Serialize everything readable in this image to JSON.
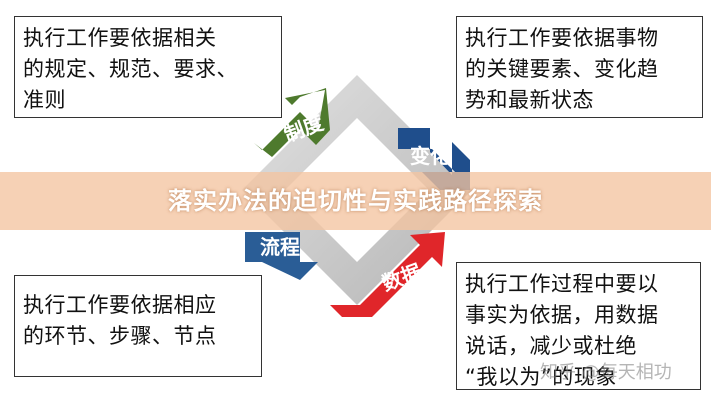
{
  "boxes": {
    "top_left": [
      "执行工作要依据相关",
      "的规定、规范、要求、",
      "准则"
    ],
    "top_right": [
      "执行工作要依据事物",
      "的关键要素、变化趋",
      "势和最新状态"
    ],
    "bottom_left": [
      "执行工作要依据相应",
      "的环节、步骤、节点"
    ],
    "bottom_right": [
      "执行工作过程中要以",
      "事实为依据，用数据",
      "说话，减少或杜绝",
      "“我以为”的现象"
    ]
  },
  "cycle": {
    "labels": {
      "system": "制度",
      "change": "变化",
      "data": "数据",
      "process": "流程"
    },
    "colors": {
      "system": "#4e7a2d",
      "change": "#1f4e8c",
      "data": "#e0262a",
      "process": "#2a5d96",
      "ring": "#c9c9c9"
    }
  },
  "banner": {
    "title": "落实办法的迫切性与实践路径探索"
  },
  "watermark": "知乎 @每天相功"
}
